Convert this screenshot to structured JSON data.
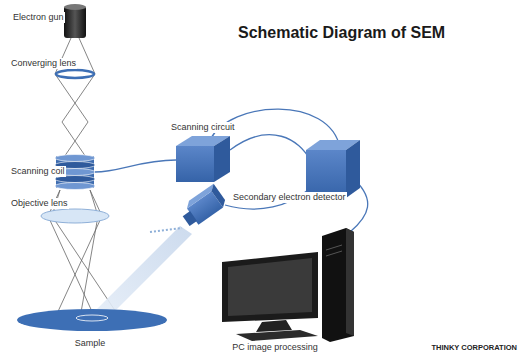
{
  "diagram": {
    "title": "Schematic Diagram of SEM",
    "labels": [
      "Electron gun",
      "Converging lens",
      "Scanning circuit",
      "Secondary electron detector",
      "Scanning coil",
      "Objective lens",
      "Sample",
      "PC image processing",
      "THINKY CORPORATION"
    ]
  }
}
